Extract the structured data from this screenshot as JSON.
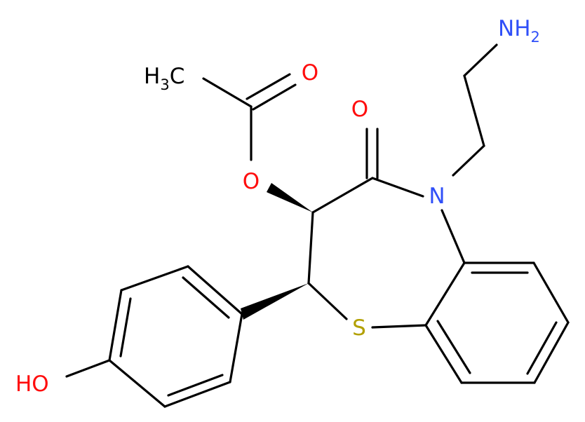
{
  "colors": {
    "bond": "#000000",
    "carbon": "#000000",
    "oxygen": "#ff0d0d",
    "nitrogen": "#3050f8",
    "sulfur": "#b2a000"
  },
  "atoms": {
    "ch3": {
      "text": "H",
      "sub": "3",
      "tail": "C"
    },
    "o_ester_carbonyl": {
      "text": "O"
    },
    "o_ester": {
      "text": "O"
    },
    "o_lactam": {
      "text": "O"
    },
    "n_amine": {
      "text": "NH",
      "sub": "2"
    },
    "n_ring": {
      "text": "N"
    },
    "s_ring": {
      "text": "S"
    },
    "oh": {
      "text": "HO"
    }
  }
}
